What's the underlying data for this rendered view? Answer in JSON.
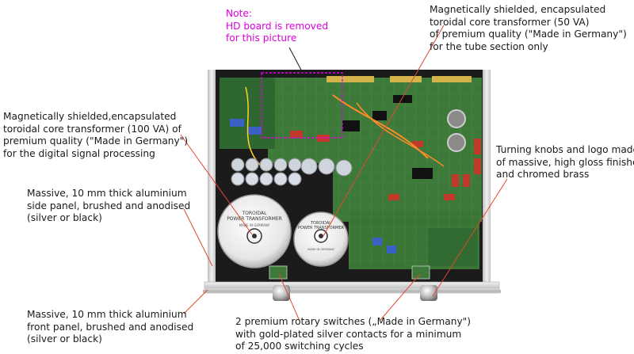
{
  "note": {
    "lines": [
      "Note:",
      "HD board is removed",
      "for this picture"
    ],
    "color": "#e000e0"
  },
  "callouts": {
    "transformer_tube": {
      "lines": [
        "Magnetically shielded, encapsulated",
        "toroidal core transformer (50 VA)",
        "of premium quality (\"Made in Germany\")",
        "for the tube section only"
      ]
    },
    "transformer_digital": {
      "lines": [
        "Magnetically shielded,encapsulated",
        "toroidal core transformer (100 VA) of",
        "premium quality (\"Made in Germany\")",
        "for the digital signal processing"
      ]
    },
    "side_panel": {
      "lines": [
        "Massive, 10 mm thick aluminium",
        "side panel, brushed and anodised",
        "(silver or black)"
      ]
    },
    "front_panel": {
      "lines": [
        "Massive, 10 mm thick aluminium",
        "front panel, brushed and anodised",
        "(silver or black)"
      ]
    },
    "knobs": {
      "lines": [
        "Turning knobs and logo made",
        "of massive, high gloss finished",
        "and chromed brass"
      ]
    },
    "switches": {
      "lines": [
        "2 premium rotary switches („Made in Germany\")",
        "with gold-plated silver contacts for a minimum",
        "of 25,000 switching cycles"
      ]
    }
  },
  "transformer_labels": {
    "left": [
      "TOROIDAL",
      "POWER TRANSFORMER",
      "MADE IN GERMANY"
    ],
    "right": [
      "TOROIDAL",
      "POWER TRANSFORMER",
      "MADE IN GERMANY"
    ]
  },
  "colors": {
    "leader_line": "#e04a2a",
    "pcb_green": "#3d7a3a",
    "chassis": "#1b1b1b",
    "aluminium": "#d8d8d8",
    "transformer": "#ececec"
  }
}
